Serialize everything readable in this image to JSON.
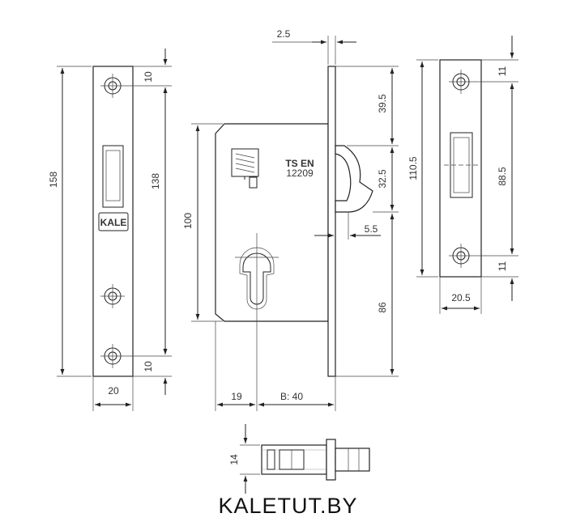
{
  "dimensions": {
    "faceplate_height": "158",
    "faceplate_top_offset": "10",
    "faceplate_hole_spacing": "138",
    "faceplate_bottom_offset": "10",
    "faceplate_width": "20",
    "thickness": "2.5",
    "hook_top": "39.5",
    "hook_height": "32.5",
    "hook_projection": "5.5",
    "body_height": "100",
    "cylinder_to_bottom": "86",
    "backset_offset": "19",
    "backset": "B: 40",
    "strike_height": "110.5",
    "strike_top_offset": "11",
    "strike_hole_spacing": "88.5",
    "strike_bottom_offset": "11",
    "strike_width": "20.5",
    "bolt_thickness": "14"
  },
  "markings": {
    "logo": "KALE",
    "standard_line1": "TS  EN",
    "standard_line2": "12209"
  },
  "brand": "KALETUT.BY"
}
